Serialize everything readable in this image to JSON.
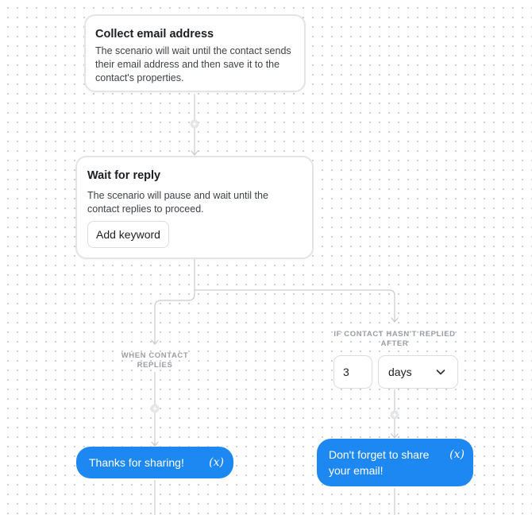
{
  "collect_step": {
    "title": "Collect email address",
    "description": "The scenario will wait until the contact sends their email address and then save it to the contact's properties."
  },
  "wait_step": {
    "title": "Wait for reply",
    "description": "The scenario will pause and wait until the contact replies to proceed.",
    "add_keyword_label": "Add keyword"
  },
  "branches": {
    "replied": {
      "label": "WHEN CONTACT REPLIES",
      "message": "Thanks for sharing!",
      "variable_icon": "(x)"
    },
    "no_reply": {
      "label": "IF CONTACT HASN'T REPLIED AFTER",
      "delay_value": "3",
      "delay_unit": "days",
      "message": "Don't forget to share your email!",
      "variable_icon": "(x)"
    }
  },
  "icons": {
    "add_step": "plus-icon",
    "unit_dropdown": "chevron-down-icon",
    "variable": "variable-icon"
  },
  "colors": {
    "accent": "#1e88f2",
    "connector": "#c8cace",
    "card_border": "#e3e4e7",
    "muted_label": "#9a9da3"
  }
}
